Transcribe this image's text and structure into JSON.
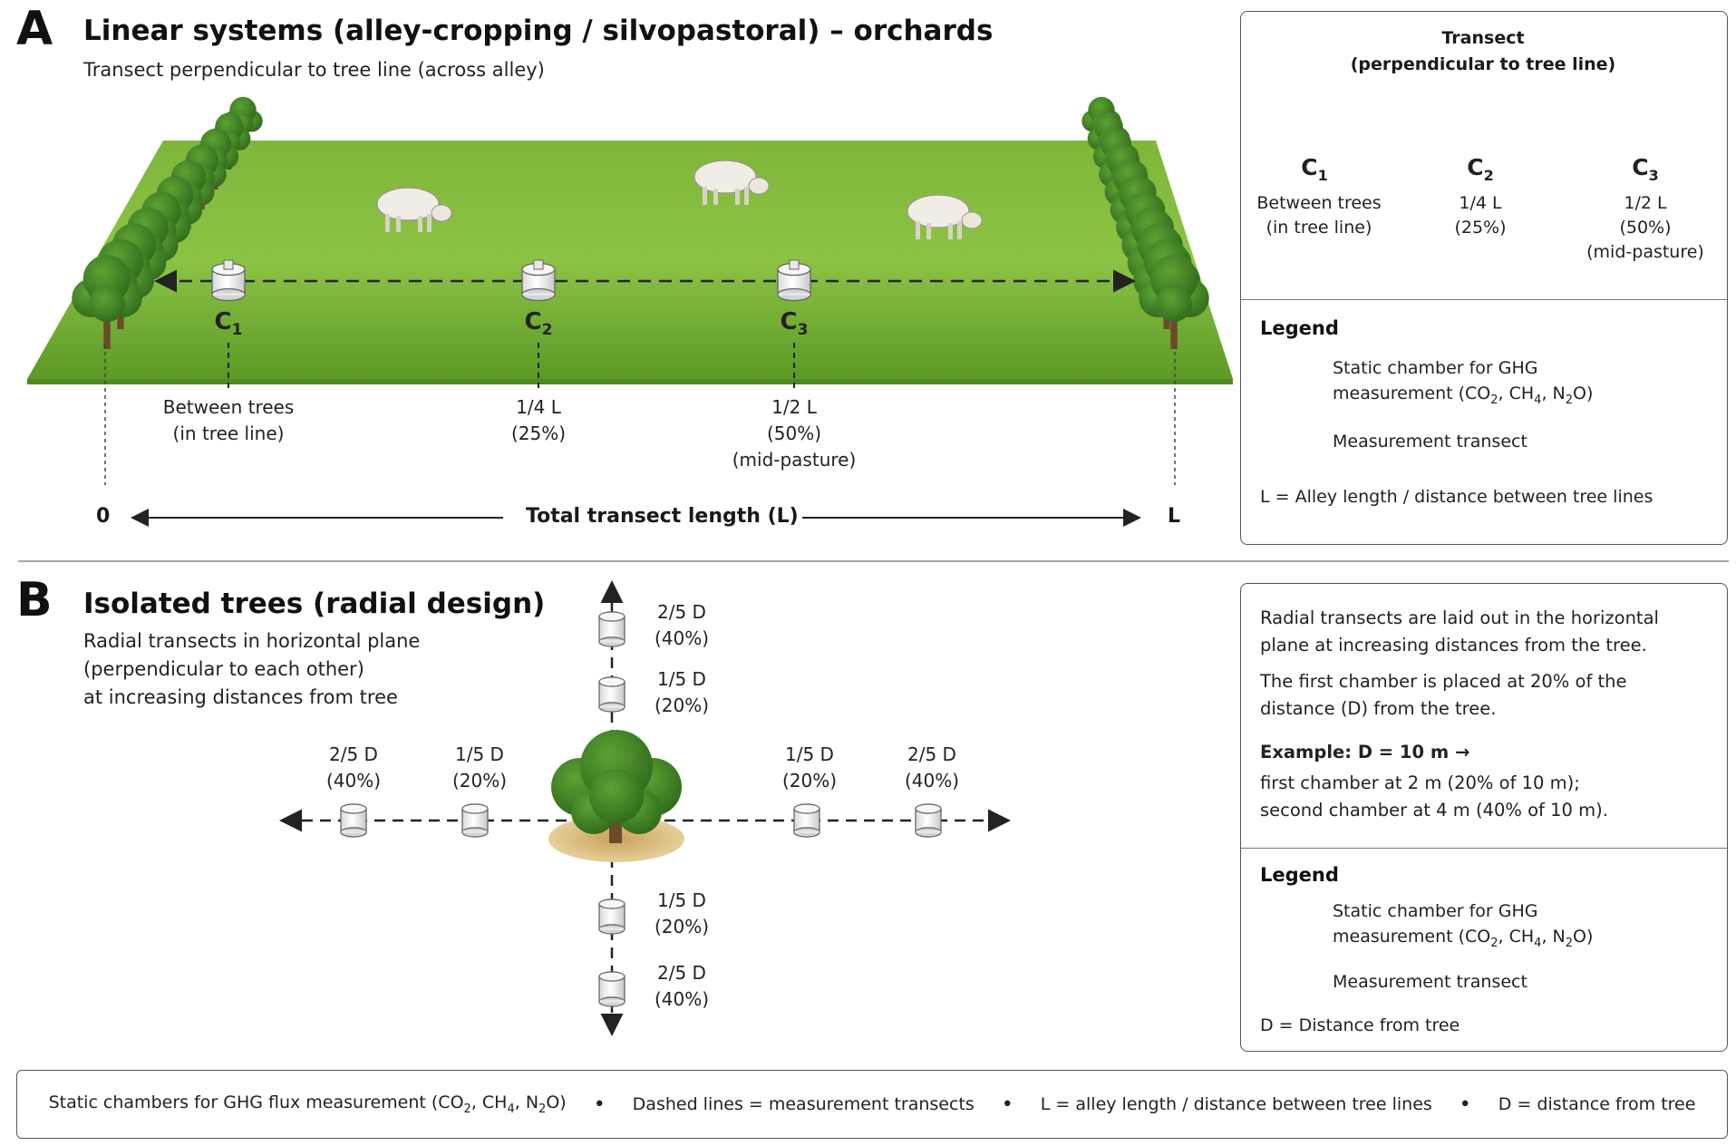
{
  "panelA": {
    "letter": "A",
    "title": "Linear systems (alley-cropping / silvopastoral) – orchards",
    "subtitle": "Transect perpendicular to tree line (across alley)",
    "chambers": [
      {
        "name": "C",
        "sub": "1",
        "label1": "Between trees",
        "label2": "(in tree line)",
        "label3": ""
      },
      {
        "name": "C",
        "sub": "2",
        "label1": "1/4 L",
        "label2": "(25%)",
        "label3": ""
      },
      {
        "name": "C",
        "sub": "3",
        "label1": "1/2 L",
        "label2": "(50%)",
        "label3": "(mid-pasture)"
      }
    ],
    "axis_start": "0",
    "axis_end": "L",
    "axis_label": "Total transect length (L)",
    "side_box": {
      "title1": "Transect",
      "title2": "(perpendicular to tree line)",
      "chambers": [
        {
          "name": "C",
          "sub": "1",
          "label1": "Between trees",
          "label2": "(in tree line)",
          "label3": ""
        },
        {
          "name": "C",
          "sub": "2",
          "label1": "1/4 L",
          "label2": "(25%)",
          "label3": ""
        },
        {
          "name": "C",
          "sub": "3",
          "label1": "1/2 L",
          "label2": "(50%)",
          "label3": "(mid-pasture)"
        }
      ],
      "legend_title": "Legend",
      "legend_chamber_line1": "Static chamber for GHG",
      "legend_chamber_line2_pre": "measurement (CO",
      "legend_co2_sub": "2",
      "legend_ch4": ", CH",
      "legend_ch4_sub": "4",
      "legend_n2o": ", N",
      "legend_n2o_sub": "2",
      "legend_close": "O)",
      "legend_transect": "Measurement transect",
      "legend_L": "L = Alley length / distance between tree lines"
    }
  },
  "panelB": {
    "letter": "B",
    "title": "Isolated trees (radial design)",
    "subtitle1": "Radial transects in horizontal plane",
    "subtitle2": "(perpendicular to each other)",
    "subtitle3": "at increasing distances from tree",
    "near_label": "1/5 D",
    "near_pct": "(20%)",
    "far_label": "2/5 D",
    "far_pct": "(40%)",
    "side_box": {
      "p1_line1": "Radial transects are laid out in the horizontal",
      "p1_line2": "plane at increasing distances from the tree.",
      "p2_line1": "The first chamber is placed at 20% of the",
      "p2_line2": "distance (D) from the tree.",
      "example_title": "Example: D = 10 m →",
      "example_line1": "first chamber at 2 m (20% of 10 m);",
      "example_line2": "second chamber at 4 m (40% of 10 m).",
      "legend_title": "Legend",
      "legend_chamber_line1": "Static chamber for GHG",
      "legend_chamber_line2_pre": "measurement (CO",
      "legend_co2_sub": "2",
      "legend_ch4": ", CH",
      "legend_ch4_sub": "4",
      "legend_n2o": ", N",
      "legend_n2o_sub": "2",
      "legend_close": "O)",
      "legend_transect": "Measurement transect",
      "legend_D": "D = Distance from tree"
    }
  },
  "footer": {
    "item1_pre": "Static chambers for GHG flux measurement (CO",
    "item1_co2_sub": "2",
    "item1_ch4": ", CH",
    "item1_ch4_sub": "4",
    "item1_n2o": ", N",
    "item1_n2o_sub": "2",
    "item1_close": "O)",
    "item2": "Dashed lines = measurement transects",
    "item3": "L = alley length / distance between tree lines",
    "item4": "D = distance from tree",
    "separator": "•"
  },
  "colors": {
    "grass_light": "#9ccc4a",
    "grass_dark": "#5e9a2a",
    "tree_foliage": "#3e7d24",
    "trunk": "#6b4a2a",
    "chamber": "#f2f2f2"
  }
}
